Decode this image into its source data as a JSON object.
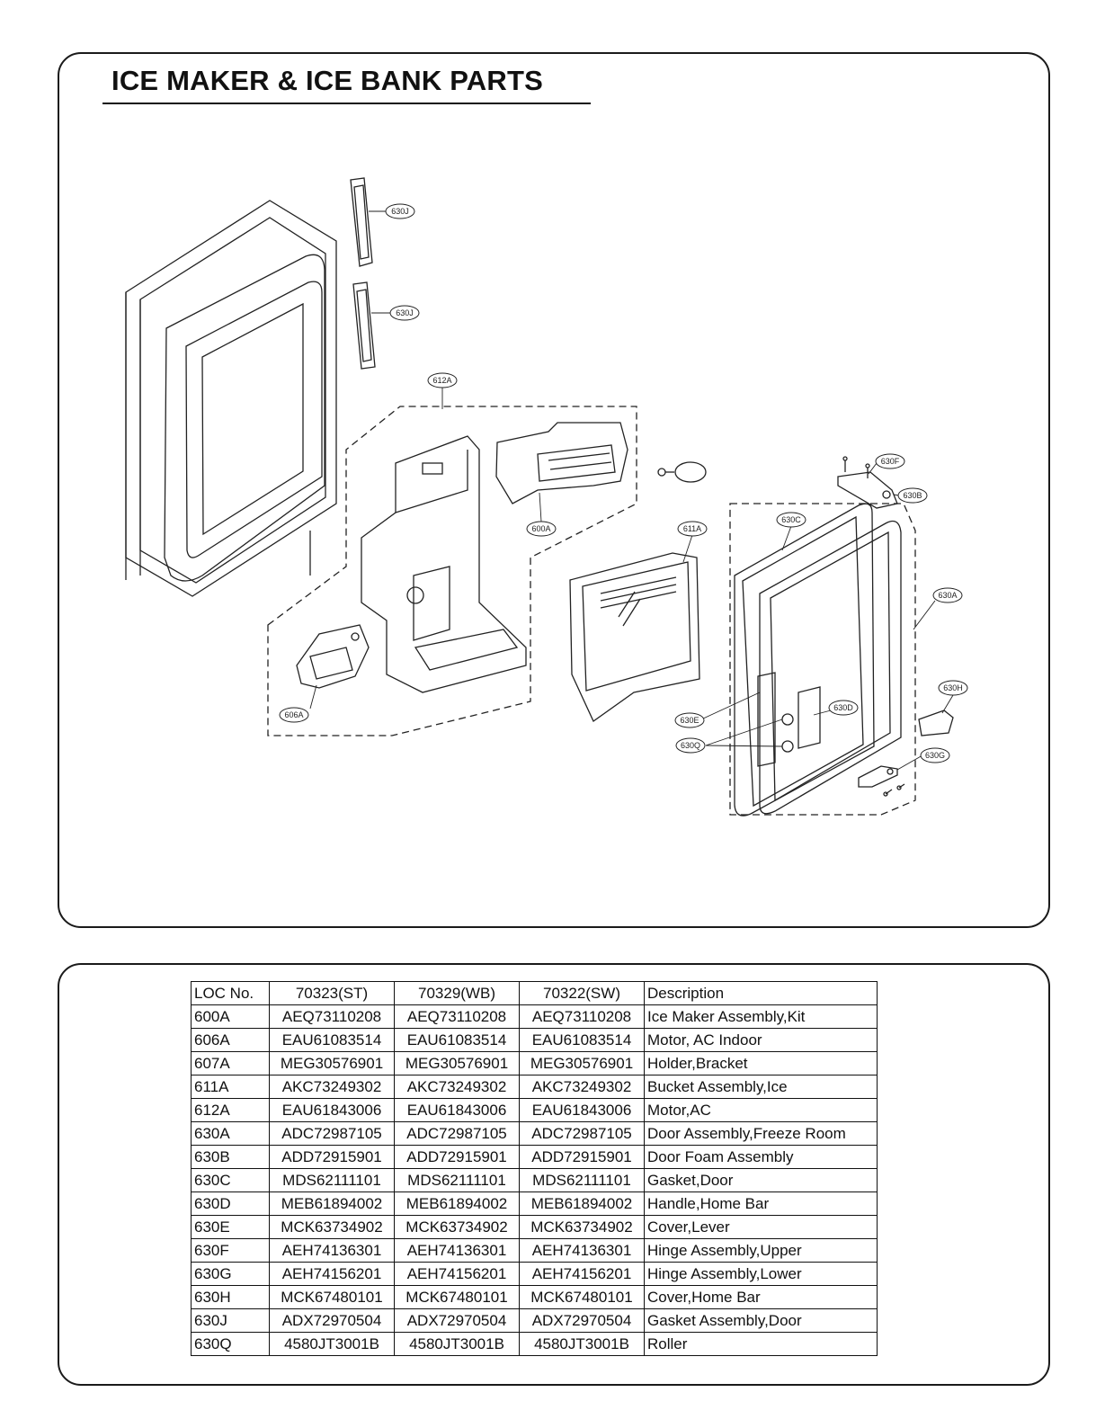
{
  "page": {
    "title": "ICE MAKER & ICE BANK PARTS"
  },
  "callouts": [
    "630J",
    "630J",
    "612A",
    "600A",
    "611A",
    "630F",
    "630B",
    "630C",
    "630A",
    "630H",
    "630D",
    "630E",
    "630Q",
    "630G",
    "606A"
  ],
  "table": {
    "headers": [
      "LOC No.",
      "70323(ST)",
      "70329(WB)",
      "70322(SW)",
      "Description"
    ],
    "rows": [
      [
        "600A",
        "AEQ73110208",
        "AEQ73110208",
        "AEQ73110208",
        "Ice Maker Assembly,Kit"
      ],
      [
        "606A",
        "EAU61083514",
        "EAU61083514",
        "EAU61083514",
        "Motor, AC Indoor"
      ],
      [
        "607A",
        "MEG30576901",
        "MEG30576901",
        "MEG30576901",
        "Holder,Bracket"
      ],
      [
        "611A",
        "AKC73249302",
        "AKC73249302",
        "AKC73249302",
        "Bucket Assembly,Ice"
      ],
      [
        "612A",
        "EAU61843006",
        "EAU61843006",
        "EAU61843006",
        "Motor,AC"
      ],
      [
        "630A",
        "ADC72987105",
        "ADC72987105",
        "ADC72987105",
        "Door Assembly,Freeze Room"
      ],
      [
        "630B",
        "ADD72915901",
        "ADD72915901",
        "ADD72915901",
        "Door Foam Assembly"
      ],
      [
        "630C",
        "MDS62111101",
        "MDS62111101",
        "MDS62111101",
        "Gasket,Door"
      ],
      [
        "630D",
        "MEB61894002",
        "MEB61894002",
        "MEB61894002",
        "Handle,Home Bar"
      ],
      [
        "630E",
        "MCK63734902",
        "MCK63734902",
        "MCK63734902",
        "Cover,Lever"
      ],
      [
        "630F",
        "AEH74136301",
        "AEH74136301",
        "AEH74136301",
        "Hinge Assembly,Upper"
      ],
      [
        "630G",
        "AEH74156201",
        "AEH74156201",
        "AEH74156201",
        "Hinge Assembly,Lower"
      ],
      [
        "630H",
        "MCK67480101",
        "MCK67480101",
        "MCK67480101",
        "Cover,Home Bar"
      ],
      [
        "630J",
        "ADX72970504",
        "ADX72970504",
        "ADX72970504",
        "Gasket Assembly,Door"
      ],
      [
        "630Q",
        "4580JT3001B",
        "4580JT3001B",
        "4580JT3001B",
        "Roller"
      ]
    ]
  }
}
